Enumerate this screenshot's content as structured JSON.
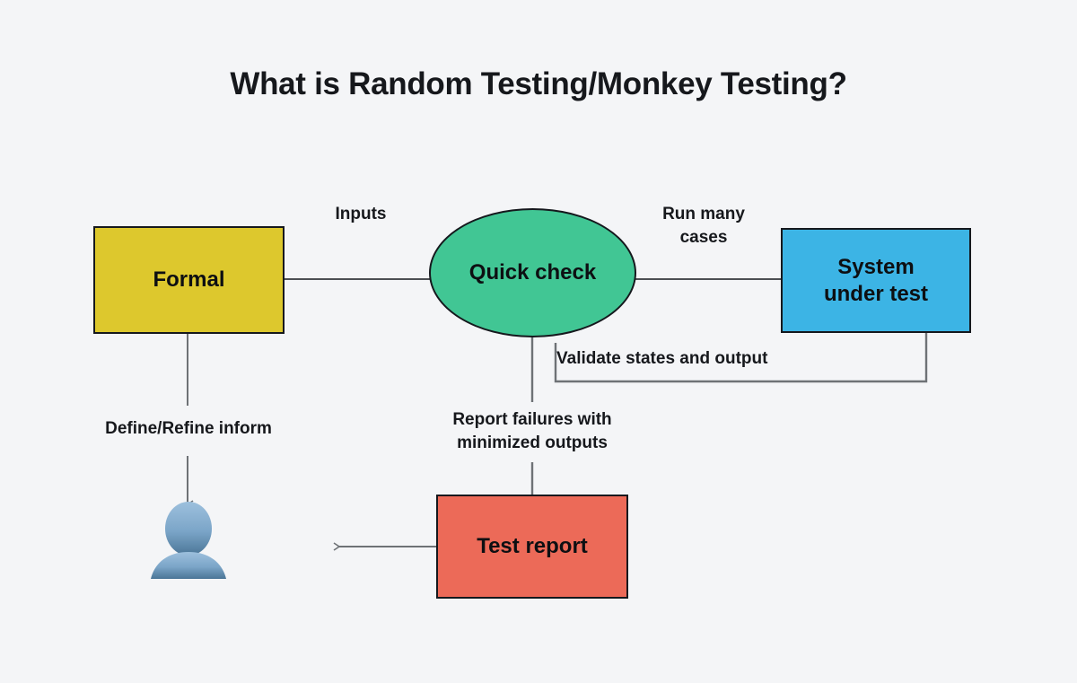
{
  "page": {
    "title": "What is Random Testing/Monkey Testing?",
    "background_color": "#f4f5f7"
  },
  "diagram": {
    "type": "flowchart",
    "nodes": [
      {
        "id": "formal",
        "label": "Formal",
        "shape": "rectangle",
        "color": "#ddc82d"
      },
      {
        "id": "quick-check",
        "label": "Quick check",
        "shape": "ellipse",
        "color": "#41c694"
      },
      {
        "id": "sut",
        "label": "System\nunder test",
        "shape": "rectangle",
        "color": "#3cb4e5"
      },
      {
        "id": "test-report",
        "label": "Test report",
        "shape": "rectangle",
        "color": "#ec6a58"
      },
      {
        "id": "person",
        "label": "person-avatar",
        "shape": "icon",
        "color": "#6f9fc8"
      }
    ],
    "edges": [
      {
        "from": "formal",
        "to": "quick-check",
        "label": "Inputs"
      },
      {
        "from": "quick-check",
        "to": "sut",
        "label": "Run many\ncases"
      },
      {
        "from": "sut",
        "to": "quick-check",
        "label": "Validate states and output"
      },
      {
        "from": "quick-check",
        "to": "test-report",
        "label": "Report failures with\nminimized outputs"
      },
      {
        "from": "formal",
        "to": "person",
        "label": "Define/Refine inform"
      },
      {
        "from": "test-report",
        "to": "person",
        "label": ""
      }
    ],
    "edge_color": "#6e7276",
    "node_border_color": "#15181d"
  }
}
